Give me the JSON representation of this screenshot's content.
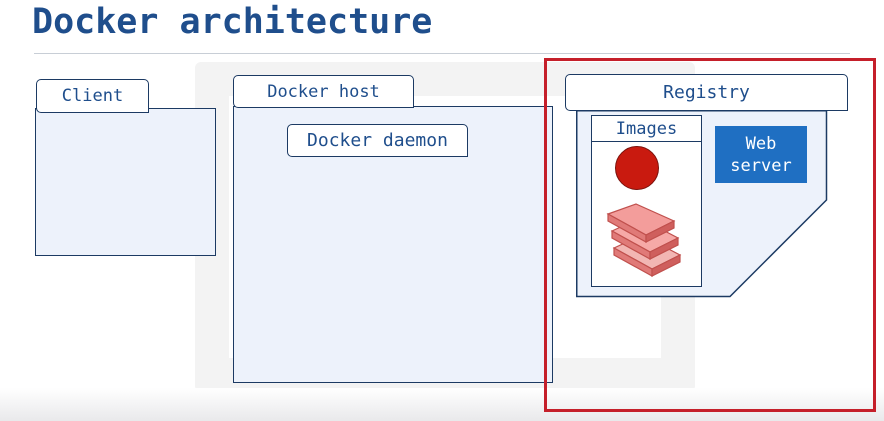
{
  "title": "Docker architecture",
  "client": {
    "label": "Client"
  },
  "docker_host": {
    "label": "Docker host",
    "daemon_label": "Docker daemon"
  },
  "registry": {
    "label": "Registry",
    "images_label": "Images",
    "web_server_label": "Web server"
  },
  "colors": {
    "title": "#1f4e8c",
    "highlight_frame": "#c51f2a",
    "web_server": "#1f6fc2",
    "image_circle": "#c91a0f",
    "image_stack": "#f29a98"
  },
  "icons": [
    "image-circle-icon",
    "image-layers-icon"
  ]
}
